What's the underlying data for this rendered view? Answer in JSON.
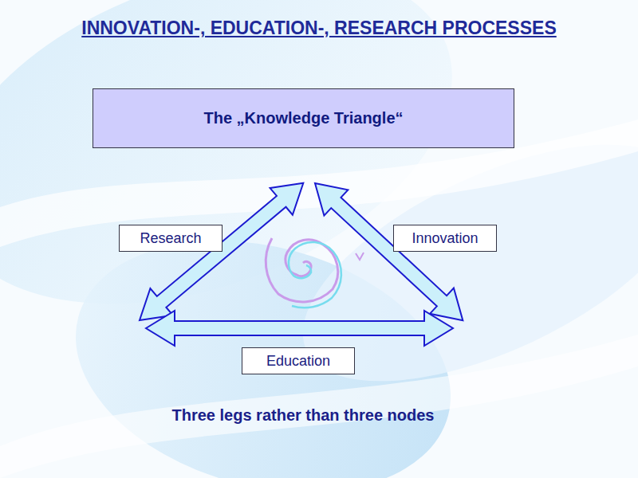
{
  "diagram": {
    "title": "INNOVATION-, EDUCATION-, RESEARCH PROCESSES",
    "caption": "Three legs rather than three nodes",
    "nodes": [
      {
        "text": [
          "The „Knowledge Triangle“"
        ]
      },
      {
        "text": [
          "Research"
        ]
      },
      {
        "text": [
          "Innovation"
        ]
      },
      {
        "text": [
          "Education"
        ]
      }
    ]
  }
}
